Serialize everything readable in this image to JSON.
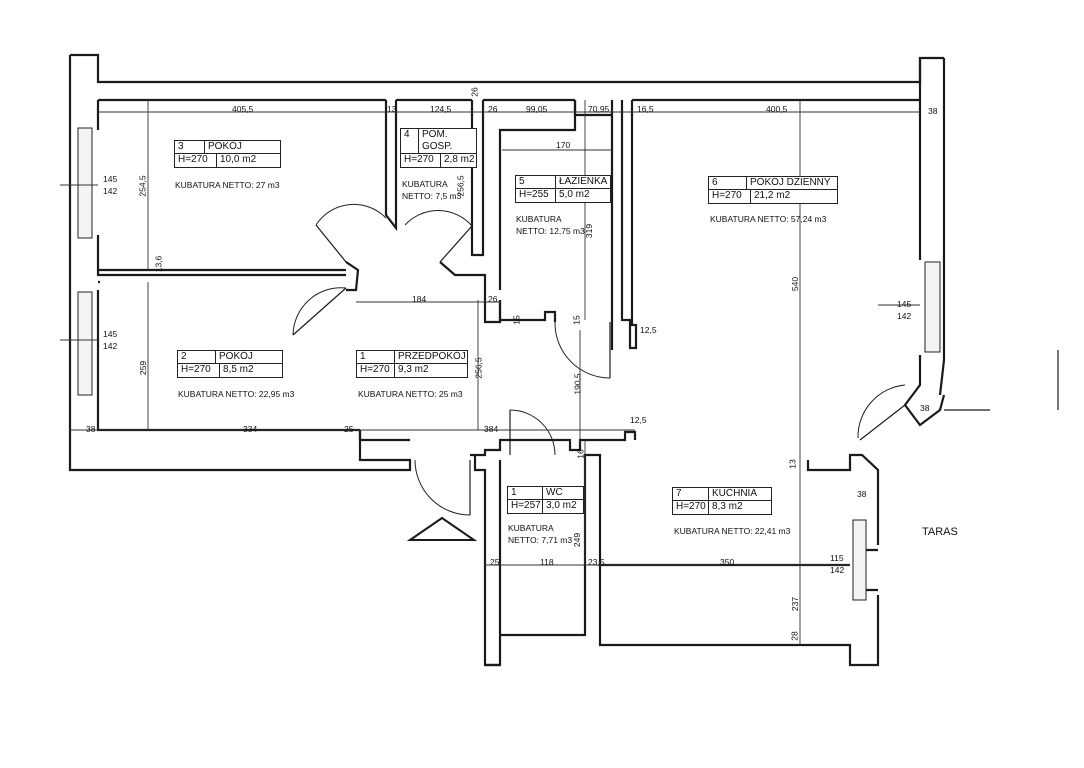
{
  "rooms": [
    {
      "num": "3",
      "name": "POKÓJ",
      "height": "H=270",
      "area": "10,0 m2",
      "volume": "KUBATURA NETTO: 27 m3"
    },
    {
      "num": "4",
      "name": "POM. GOSP.",
      "height": "H=270",
      "area": "2,8 m2",
      "volume": "KUBATURA NETTO: 7,5 m3"
    },
    {
      "num": "5",
      "name": "ŁAZIENKA",
      "height": "H=255",
      "area": "5,0 m2",
      "volume": "KUBATURA NETTO: 12,75 m3"
    },
    {
      "num": "6",
      "name": "POKÓJ DZIENNY",
      "height": "H=270",
      "area": "21,2 m2",
      "volume": "KUBATURA NETTO: 57,24 m3"
    },
    {
      "num": "2",
      "name": "POKÓJ",
      "height": "H=270",
      "area": "8,5 m2",
      "volume": "KUBATURA NETTO: 22,95 m3"
    },
    {
      "num": "1",
      "name": "PRZEDPOKÓJ",
      "height": "H=270",
      "area": "9,3 m2",
      "volume": "KUBATURA NETTO: 25 m3"
    },
    {
      "num": "1",
      "name": "WC",
      "height": "H=257",
      "area": "3,0 m2",
      "volume": "KUBATURA NETTO: 7,71 m3"
    },
    {
      "num": "7",
      "name": "KUCHNIA",
      "height": "H=270",
      "area": "8,3 m2",
      "volume": "KUBATURA NETTO: 22,41 m3"
    }
  ],
  "exterior_label": "TARAS",
  "dimensions": {
    "top": [
      "405,5",
      "13",
      "124,5",
      "26",
      "99,05",
      "70,95",
      "16,5",
      "400,5",
      "38"
    ],
    "top_mid": [
      "26",
      "170"
    ],
    "left_upper": [
      "145",
      "142"
    ],
    "left_lower": [
      "145",
      "142"
    ],
    "right_upper": [
      "145",
      "142"
    ],
    "right_lower": [
      "115",
      "142"
    ],
    "room3_height": "254,5",
    "room2_height": "259",
    "wall_13_6": "13,6",
    "gosp_height": "256,5",
    "hall_width": "184",
    "hall_26": "26",
    "hall_height": "256,5",
    "lazienka_319": "319",
    "lazienka_15a": "15",
    "lazienka_15b": "15",
    "lazienka_12_5": "12,5",
    "living_540": "540",
    "bottom_row": [
      "38",
      "334",
      "25",
      "384"
    ],
    "v_190_5": "190,5",
    "v_12_5": "12,5",
    "v_16": "16",
    "v_13": "13",
    "wc_249": "249",
    "kitchen_38": "38",
    "kitchen_bottom": [
      "25",
      "118",
      "23,5",
      "350"
    ],
    "kitchen_237": "237",
    "kitchen_28": "28",
    "bay_38": "38"
  }
}
